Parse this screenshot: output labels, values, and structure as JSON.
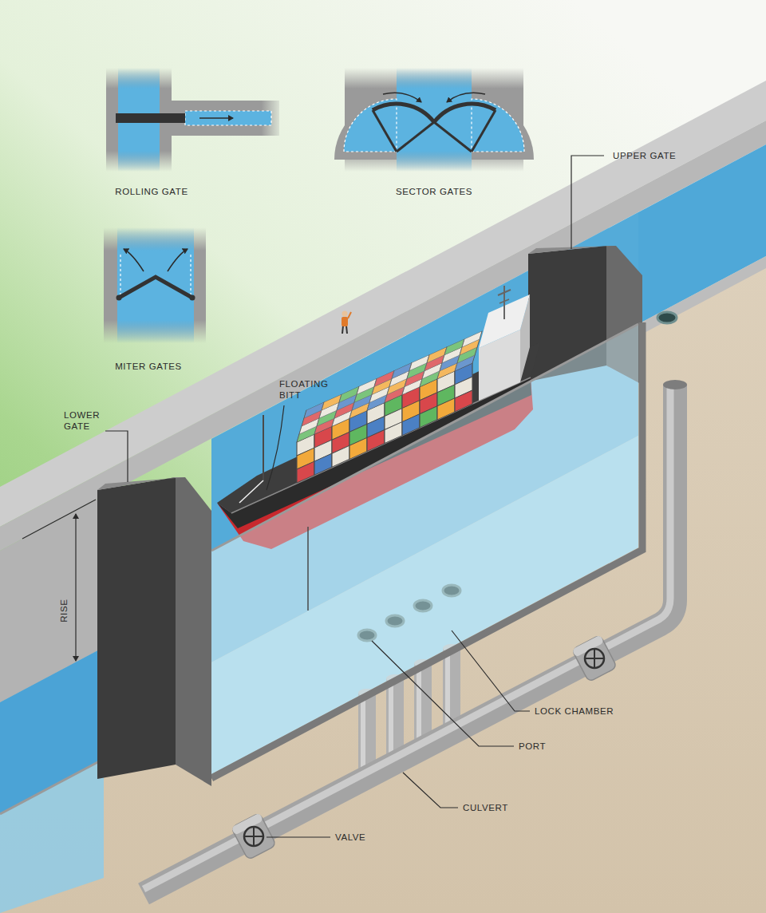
{
  "diagram": {
    "labels": [
      "ROLLING GATE",
      "SECTOR GATES",
      "UPPER GATE",
      "MITER GATES",
      "FLOATING BITT",
      "LOWER GATE",
      "RISE",
      "LOCK CHAMBER",
      "PORT",
      "CULVERT",
      "VALVE"
    ]
  }
}
